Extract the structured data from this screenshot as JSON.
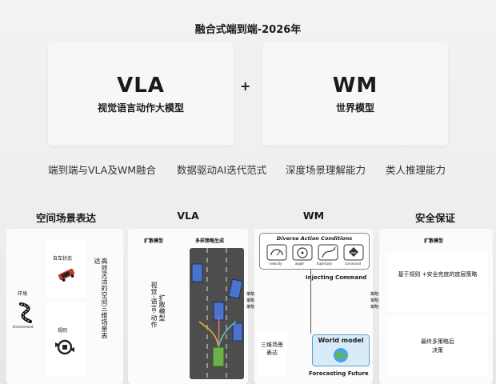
{
  "title": "融合式端到端-2026年",
  "vla_card": {
    "abbr": "VLA",
    "name": "视觉语言动作大模型"
  },
  "plus": "+",
  "wm_card": {
    "abbr": "WM",
    "name": "世界模型"
  },
  "capabilities": [
    "端到端与VLA及WM融合",
    "数据驱动AI迭代范式",
    "深度场景理解能力",
    "类人推理能力"
  ],
  "sections": {
    "spatial": {
      "title": "空间场景表达",
      "ego_label": "自车状态",
      "env_label": "环境",
      "env_icon_caption": "Environment",
      "rule_label": "规则",
      "vertical_text": "高效灵活的空间三维场景表达"
    },
    "vla": {
      "title": "VLA",
      "diffusion_label": "扩散模型",
      "multi_policy_label": "多样策略生成",
      "vla_vertical": "视觉-语言-动作",
      "diffusion_vertical": "扩散模型",
      "policy_labels": [
        "策略1",
        "策略2",
        "策略3"
      ]
    },
    "wm": {
      "title": "WM",
      "conditions_title": "Diverse Action Conditions",
      "conditions": [
        "velocity",
        "angle",
        "trajectory",
        "command"
      ],
      "injecting": "Injecting Command",
      "scene_3d": "三维场景表达",
      "world_model": "World model",
      "forecasting": "Forecasting Future",
      "policy_labels": [
        "策略1",
        "策略2",
        "策略3"
      ]
    },
    "safety": {
      "title": "安全保证",
      "diffusion_label": "扩散模型",
      "rule_based": "基于规则 +安全完底的底层策略",
      "final_policy": "最终多策略后决策"
    }
  },
  "colors": {
    "accent_blue": "#4a73c9",
    "car_green": "#6bb04d",
    "sky": "#aed6ee"
  }
}
